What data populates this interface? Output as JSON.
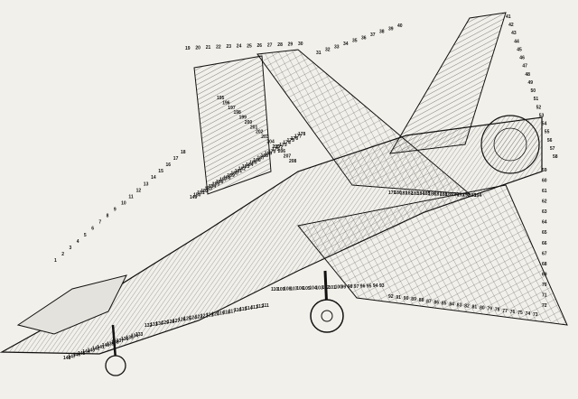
{
  "diagram": {
    "callouts": [
      "1",
      "2",
      "3",
      "4",
      "5",
      "6",
      "7",
      "8",
      "9",
      "10",
      "11",
      "12",
      "13",
      "14",
      "15",
      "16",
      "17",
      "18",
      "19",
      "20",
      "21",
      "22",
      "23",
      "24",
      "25",
      "26",
      "27",
      "28",
      "29",
      "30",
      "31",
      "32",
      "33",
      "34",
      "35",
      "36",
      "37",
      "38",
      "39",
      "40",
      "41",
      "42",
      "43",
      "44",
      "45",
      "46",
      "47",
      "48",
      "49",
      "50",
      "51",
      "52",
      "53",
      "54",
      "55",
      "56",
      "57",
      "58",
      "59",
      "60",
      "61",
      "62",
      "63",
      "64",
      "65",
      "66",
      "67",
      "68",
      "69",
      "70",
      "71",
      "72",
      "73",
      "74",
      "75",
      "76",
      "77",
      "78",
      "79",
      "80",
      "81",
      "82",
      "83",
      "84",
      "85",
      "86",
      "87",
      "88",
      "89",
      "90",
      "91",
      "92",
      "93",
      "94",
      "95",
      "96",
      "97",
      "98",
      "99",
      "100",
      "101",
      "102",
      "103",
      "104",
      "105",
      "106",
      "107",
      "108",
      "109",
      "110",
      "111",
      "112",
      "113",
      "114",
      "115",
      "116",
      "117",
      "118",
      "119",
      "120",
      "121",
      "122",
      "123",
      "124",
      "125",
      "126",
      "127",
      "128",
      "129",
      "130",
      "131",
      "132",
      "133",
      "134",
      "135",
      "136",
      "137",
      "138",
      "139",
      "140",
      "141",
      "142",
      "143",
      "144",
      "145",
      "146",
      "147",
      "148",
      "149",
      "150",
      "151",
      "152",
      "153",
      "154",
      "155",
      "156",
      "157",
      "158",
      "159",
      "160",
      "161",
      "162",
      "163",
      "164",
      "165",
      "166",
      "167",
      "168",
      "169",
      "170",
      "171",
      "172",
      "173",
      "174",
      "175",
      "176",
      "177",
      "178",
      "179",
      "180",
      "181",
      "182",
      "183",
      "184",
      "185",
      "186",
      "187",
      "188",
      "189",
      "190",
      "191",
      "192",
      "193",
      "194",
      "195",
      "196",
      "197",
      "198",
      "199",
      "200",
      "201",
      "202",
      "203",
      "204",
      "205",
      "206",
      "207",
      "208"
    ]
  }
}
